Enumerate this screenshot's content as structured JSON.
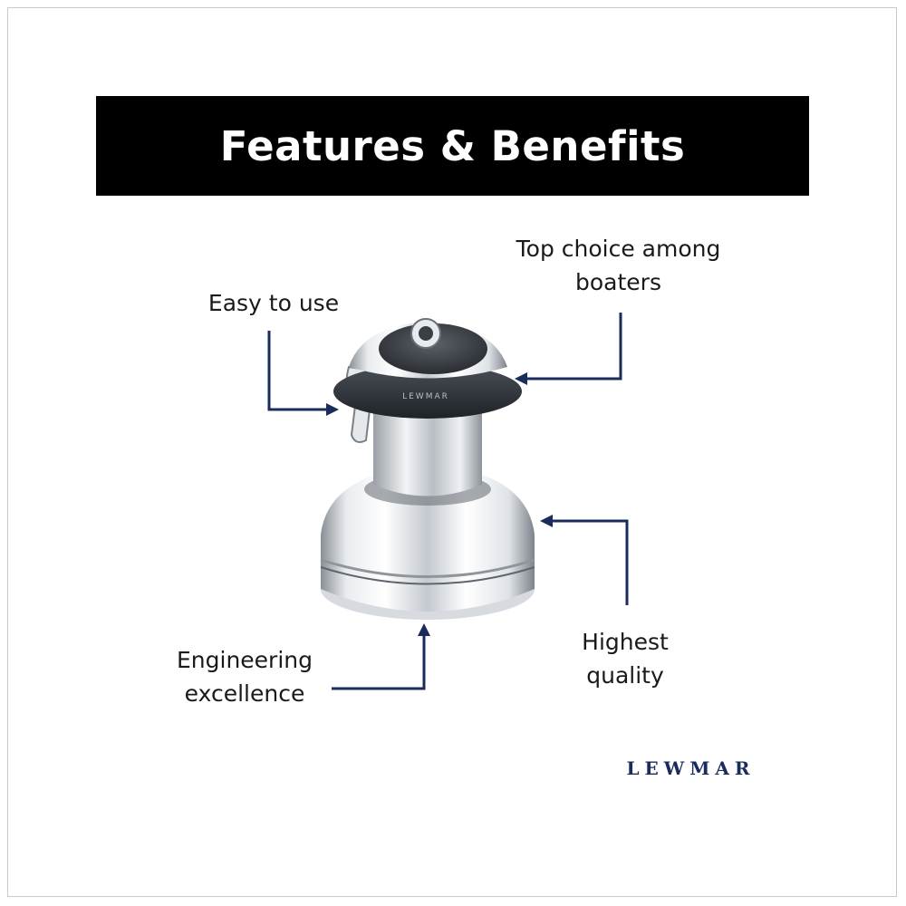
{
  "banner": {
    "title": "Features & Benefits"
  },
  "features": {
    "easy_to_use": "Easy to use",
    "top_choice_line1": "Top choice among",
    "top_choice_line2": "boaters",
    "engineering_line1": "Engineering",
    "engineering_line2": "excellence",
    "highest_line1": "Highest",
    "highest_line2": "quality"
  },
  "product": {
    "engraving": "LEWMAR"
  },
  "brand": {
    "logo": "LEWMAR"
  },
  "colors": {
    "banner_bg": "#000000",
    "banner_text": "#ffffff",
    "arrow": "#1a2c5b",
    "logo": "#1a2c5b"
  }
}
